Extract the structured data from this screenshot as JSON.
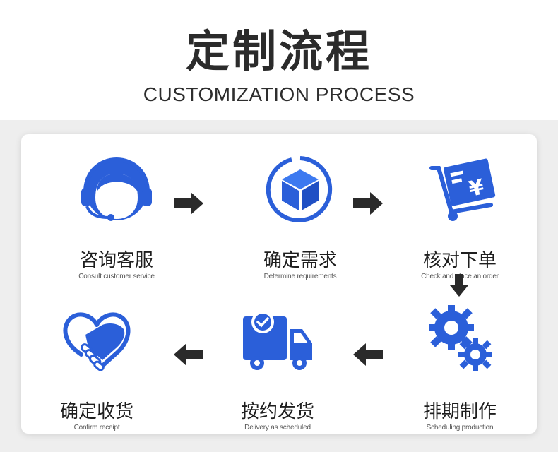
{
  "header": {
    "title": "定制流程",
    "subtitle": "CUSTOMIZATION PROCESS"
  },
  "colors": {
    "icon_blue": "#2b5fd9",
    "arrow": "#2a2a2a"
  },
  "steps": [
    {
      "label": "咨询客服",
      "desc": "Consult customer service",
      "icon": "headset-agent-icon"
    },
    {
      "label": "确定需求",
      "desc": "Determine requirements",
      "icon": "box-cube-icon"
    },
    {
      "label": "核对下单",
      "desc": "Check and place an order",
      "icon": "cart-yen-invoice-icon"
    },
    {
      "label": "排期制作",
      "desc": "Scheduling production",
      "icon": "gears-icon"
    },
    {
      "label": "按约发货",
      "desc": "Delivery as scheduled",
      "icon": "delivery-truck-icon"
    },
    {
      "label": "确定收货",
      "desc": "Confirm receipt",
      "icon": "heart-handshake-icon"
    }
  ]
}
